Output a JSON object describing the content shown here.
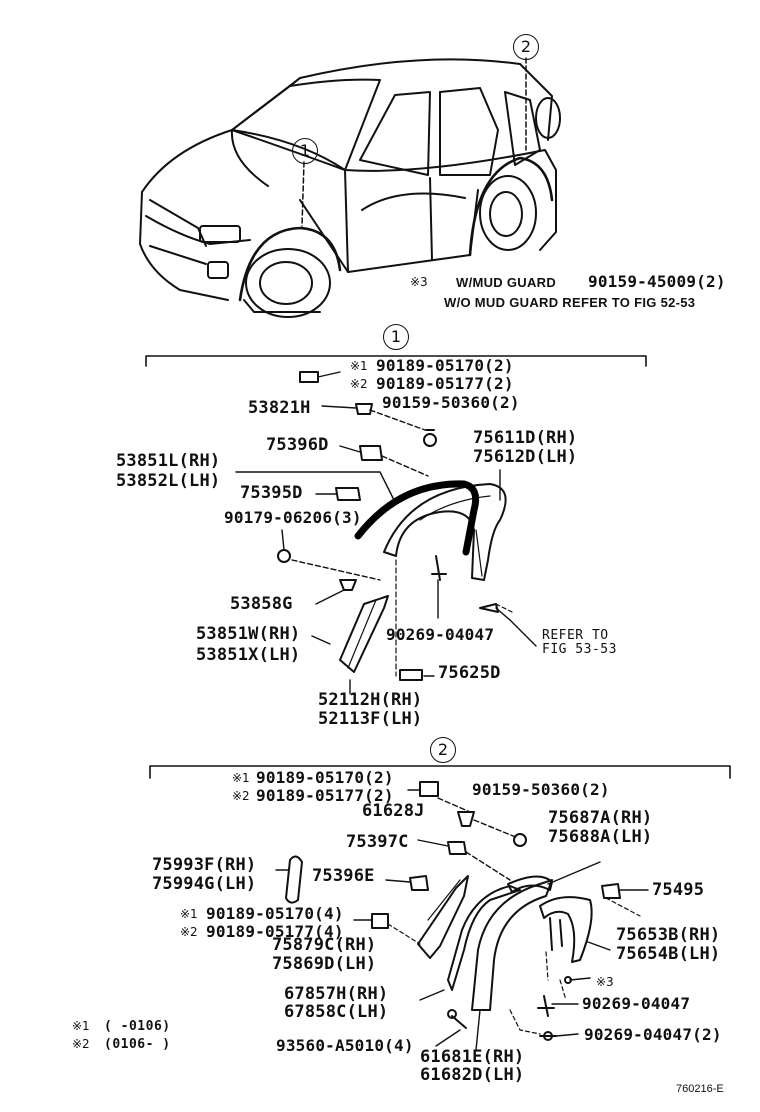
{
  "callouts": {
    "one": "1",
    "two": "2"
  },
  "footnote_main": {
    "mark": "※3",
    "line1_label": "W/MUD GUARD",
    "line1_part": "90159-45009(2)",
    "line2": "W/O MUD GUARD REFER  TO  FIG   52-53"
  },
  "section1": {
    "m1": "※1",
    "m2": "※2",
    "bolt_a1": "90189-05170(2)",
    "bolt_a2": "90189-05177(2)",
    "screw_a": "90159-50360(2)",
    "bracket": "53821H",
    "clip_75396D": "75396D",
    "flare_rh": "75611D(RH)",
    "flare_lh": "75612D(LH)",
    "seal_rh": "53851L(RH)",
    "seal_lh": "53852L(LH)",
    "clip_75395D": "75395D",
    "nut": "90179-06206(3)",
    "grommet": "53858G",
    "moulding_rh": "53851W(RH)",
    "moulding_lh": "53851X(LH)",
    "clip_90269": "90269-04047",
    "refer_line1": "REFER  TO",
    "refer_line2": "FIG  53-53",
    "pad": "75625D",
    "splash_rh": "52112H(RH)",
    "splash_lh": "52113F(LH)"
  },
  "section2": {
    "m1": "※1",
    "m2": "※2",
    "m3": "※3",
    "bolt_b1": "90189-05170(2)",
    "bolt_b2": "90189-05177(2)",
    "screw_b": "90159-50360(2)",
    "bracket": "61628J",
    "flare_rh": "75687A(RH)",
    "flare_lh": "75688A(LH)",
    "clip_75397C": "75397C",
    "trim_rh": "75993F(RH)",
    "trim_lh": "75994G(LH)",
    "clip_75396E": "75396E",
    "clip_75495": "75495",
    "bolt_c1": "90189-05170(4)",
    "bolt_c2": "90189-05177(4)",
    "seal_rh": "75879C(RH)",
    "seal_lh": "75869D(LH)",
    "rear_flare_rh": "75653B(RH)",
    "rear_flare_lh": "75654B(LH)",
    "clip_90269": "90269-04047",
    "moulding_rh": "67857H(RH)",
    "moulding_lh": "67858C(LH)",
    "clip_90269_2": "90269-04047(2)",
    "screw_93560": "93560-A5010(4)",
    "panel_rh": "61681E(RH)",
    "panel_lh": "61682D(LH)"
  },
  "legend": {
    "m1": "※1",
    "m1_range": "(      -0106)",
    "m2": "※2",
    "m2_range": "(0106-      )"
  },
  "figure_id": "760216-E"
}
